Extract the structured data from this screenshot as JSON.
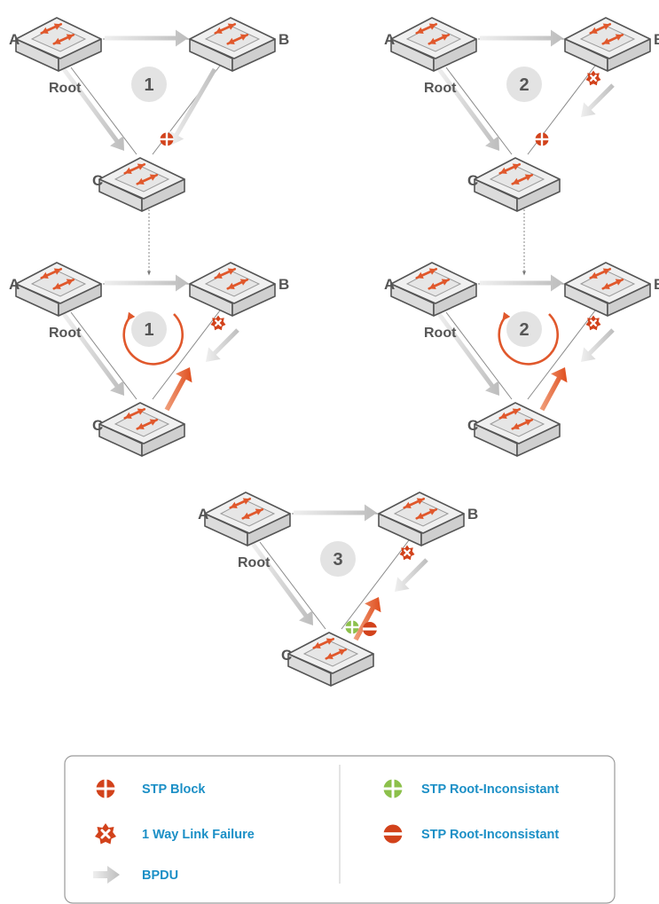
{
  "colors": {
    "link": "#8a8a8a",
    "bpdu": "#c4c4c4",
    "bpdu_light": "#e2e2e2",
    "failure_bpdu": "#e25b2c",
    "block": "#d2421b",
    "root_inconsistent_green": "#8cc04b",
    "root_inconsistent_red": "#d2421b",
    "badge": "#e3e3e3",
    "text_gray": "#555555",
    "legend_text": "#1b8fc6"
  },
  "diagrams": [
    {
      "step": "1",
      "root_label": "Root",
      "nodes": [
        {
          "id": "A",
          "label": "A"
        },
        {
          "id": "B",
          "label": "B"
        },
        {
          "id": "C",
          "label": "C"
        }
      ],
      "markers": [
        {
          "type": "stp-block",
          "on": "B-C"
        }
      ],
      "rotation_arrow": false,
      "failure_bpdu": false
    },
    {
      "step": "2",
      "root_label": "Root",
      "nodes": [
        {
          "id": "A",
          "label": "A"
        },
        {
          "id": "B",
          "label": "B"
        },
        {
          "id": "C",
          "label": "C"
        }
      ],
      "markers": [
        {
          "type": "stp-block",
          "on": "B-C"
        },
        {
          "type": "one-way-link-failure",
          "on": "B"
        }
      ],
      "rotation_arrow": false,
      "failure_bpdu": false
    },
    {
      "step": "1",
      "root_label": "Root",
      "nodes": [
        {
          "id": "A",
          "label": "A"
        },
        {
          "id": "B",
          "label": "B"
        },
        {
          "id": "C",
          "label": "C"
        }
      ],
      "markers": [
        {
          "type": "one-way-link-failure",
          "on": "B"
        }
      ],
      "rotation_arrow": true,
      "failure_bpdu": true
    },
    {
      "step": "2",
      "root_label": "Root",
      "nodes": [
        {
          "id": "A",
          "label": "A"
        },
        {
          "id": "B",
          "label": "B"
        },
        {
          "id": "C",
          "label": "C"
        }
      ],
      "markers": [
        {
          "type": "one-way-link-failure",
          "on": "B"
        }
      ],
      "rotation_arrow": true,
      "failure_bpdu": true
    },
    {
      "step": "3",
      "root_label": "Root",
      "nodes": [
        {
          "id": "A",
          "label": "A"
        },
        {
          "id": "B",
          "label": "B"
        },
        {
          "id": "C",
          "label": "C"
        }
      ],
      "markers": [
        {
          "type": "one-way-link-failure",
          "on": "B"
        },
        {
          "type": "stp-root-inconsistant-green",
          "on": "A-C"
        },
        {
          "type": "stp-root-inconsistant-red",
          "on": "B-C"
        }
      ],
      "rotation_arrow": false,
      "failure_bpdu": true
    }
  ],
  "legend": {
    "items": [
      {
        "icon": "stp-block-icon",
        "label": "STP Block"
      },
      {
        "icon": "one-way-link-failure-icon",
        "label": "1 Way Link Failure"
      },
      {
        "icon": "bpdu-arrow-icon",
        "label": "BPDU"
      },
      {
        "icon": "stp-root-inconsistant-green-icon",
        "label": "STP Root-Inconsistant"
      },
      {
        "icon": "stp-root-inconsistant-red-icon",
        "label": "STP Root-Inconsistant"
      }
    ]
  }
}
